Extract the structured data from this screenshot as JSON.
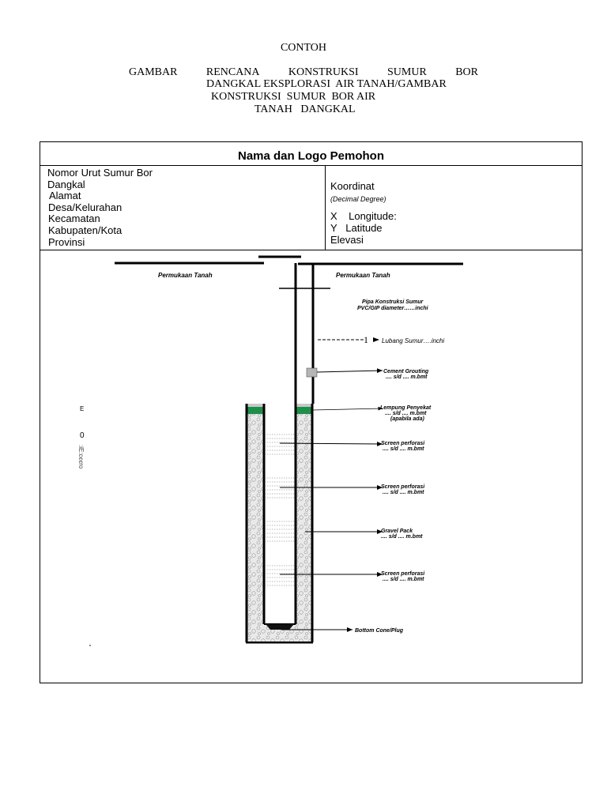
{
  "heading": {
    "contoh": "CONTOH",
    "title_line1_words": [
      "GAMBAR",
      "RENCANA",
      "KONSTRUKSI",
      "SUMUR",
      "BOR"
    ],
    "title_line2": "DANGKAL EKSPLORASI  AIR TANAH/GAMBAR",
    "title_line3": "KONSTRUKSI  SUMUR  BOR AIR",
    "title_line4": "TANAH   DANGKAL"
  },
  "form": {
    "box_title": "Nama dan Logo Pemohon",
    "left_fields": [
      "Nomor Urut Sumur Bor",
      "Dangkal",
      "Alamat",
      "Desa/Kelurahan",
      "Kecamatan",
      "Kabupaten/Kota",
      "Provinsi"
    ],
    "koordinat": "Koordinat",
    "decimal_degree": "(Decimal Degree)",
    "longitude": "X    Longitude:",
    "latitude": "Y   Latitude",
    "elevasi": "Elevasi"
  },
  "diagram": {
    "permukaan_left": "Permukaan  Tanah",
    "permukaan_right": "Permukaan  Tanah",
    "pipa_line1": "Pipa Konstruksi Sumur",
    "pipa_line2": "PVC/GIP diameter……inchi",
    "lubang_number": "1",
    "lubang": "Lubang   Sumur….inchi",
    "cement_line1": "Cement Grouting",
    "cement_line2": ".... s/d .... m.bmt",
    "lempung_line1": "Lempung Penyekat",
    "lempung_line2": ".... s/d .... m.bmt",
    "lempung_line3": "(apabila ada)",
    "screen1_line1": "Screen perforasi",
    "screen1_line2": ".... s/d .... m.bmt",
    "screen2_line1": "Screen perforasi",
    "screen2_line2": ".... s/d .... m.bmt",
    "gravel_line1": "Gravel Pack",
    "gravel_line2": ".... s/d .... m.bmt",
    "screen3_line1": "Screen perforasi",
    "screen3_line2": ".... s/d .... m.bmt",
    "bottom": "Bottom Cone/Plug",
    "side_e": "E",
    "side_zero": "0",
    "side_scribble": ":iE:cꞓꞓro"
  },
  "colors": {
    "seal_green": "#1e8f4a",
    "gravel": "#e6e6e6",
    "grout": "#c8c8c8"
  }
}
